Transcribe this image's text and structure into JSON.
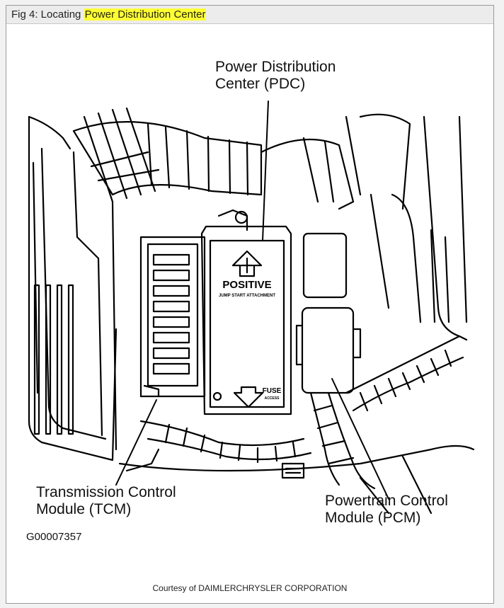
{
  "header": {
    "prefix": "Fig 4: Locating ",
    "highlight": "Power Distribution Center",
    "highlight_color": "#ffff33"
  },
  "callouts": {
    "pdc_line1": "Power Distribution",
    "pdc_line2": "Center (PDC)",
    "tcm_line1": "Transmission Control",
    "tcm_line2": "Module (TCM)",
    "pcm_line1": "Powertrain Control",
    "pcm_line2": "Module (PCM)"
  },
  "pdc_cover": {
    "positive": "POSITIVE",
    "jump_start": "JUMP START ATTACHMENT",
    "fuse": "FUSE",
    "access": "ACCESS"
  },
  "figure_code": "G00007357",
  "courtesy": "Courtesy of DAIMLERCHRYSLER CORPORATION"
}
